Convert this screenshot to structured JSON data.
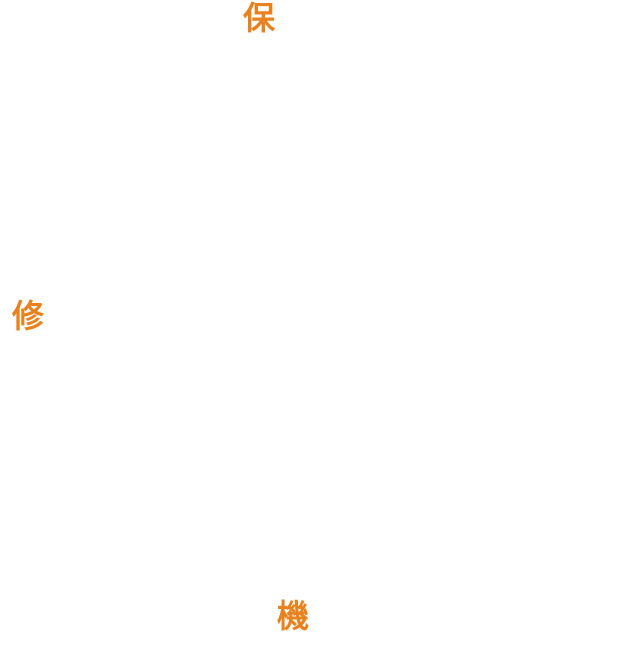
{
  "colors": {
    "background": "#ffffff",
    "accent": "#e8821e"
  },
  "characters": {
    "top": "保",
    "middle": "修",
    "bottom": "機"
  }
}
